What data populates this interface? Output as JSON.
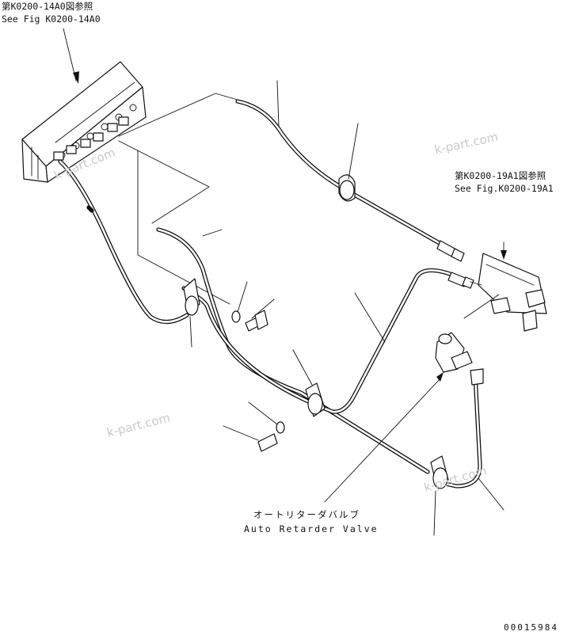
{
  "references": {
    "top_left_jp": "第K0200-14A0図参照",
    "top_left_en": "See Fig K0200-14A0",
    "right_jp": "第K0200-19A1図参照",
    "right_en": "See Fig.K0200-19A1"
  },
  "callout": {
    "valve_jp": "オートリターダバルブ",
    "valve_en": "Auto Retarder Valve"
  },
  "watermarks": [
    "k-part.com",
    "k-part.com",
    "k-part.com",
    "k-part.com"
  ],
  "part_number": "00015984"
}
